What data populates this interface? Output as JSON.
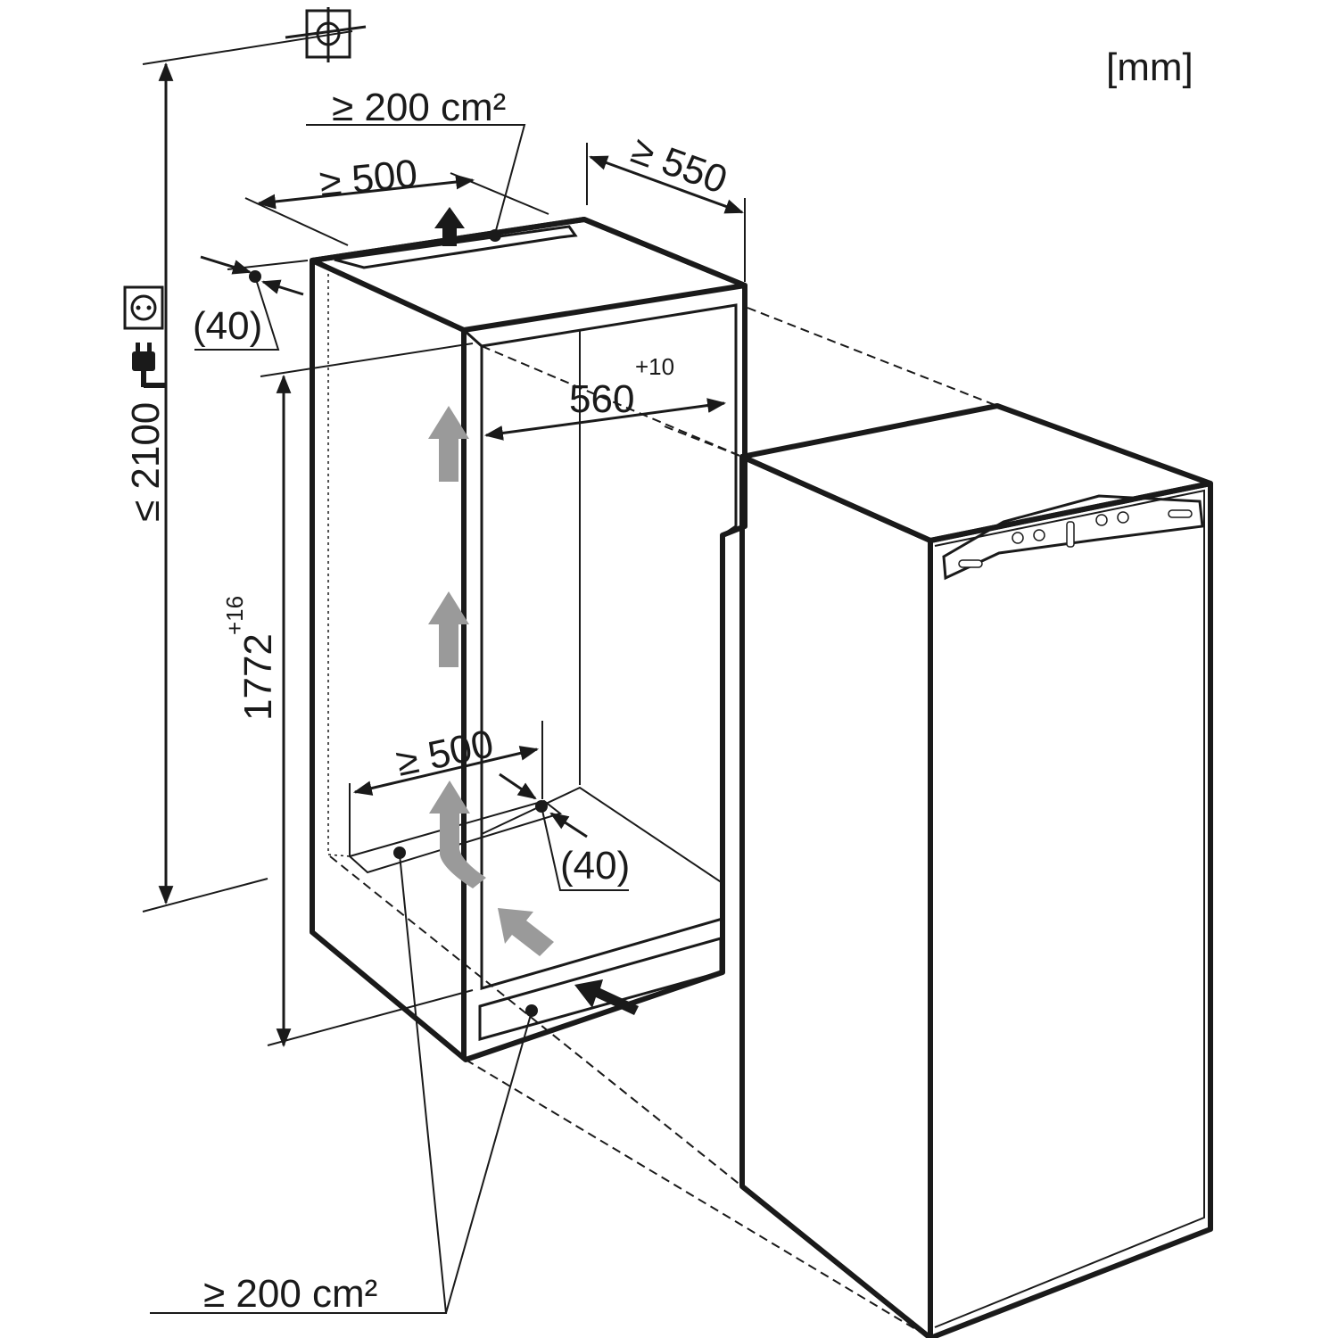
{
  "units_label": "[mm]",
  "dimensions": {
    "top_vent_area": "≥ 200 cm²",
    "top_vent_width": "≥ 500",
    "niche_depth": "≥ 550",
    "top_vent_depth": "(40)",
    "max_height": "≤ 2100",
    "niche_width": "560",
    "niche_width_tolerance": "+10",
    "niche_height": "1772",
    "niche_height_tolerance": "+16",
    "bottom_vent_width": "≥ 500",
    "bottom_vent_depth": "(40)",
    "bottom_vent_area": "≥ 200 cm²"
  },
  "icons": {
    "ceiling_outlet": "ceiling-outlet-icon",
    "wall_socket": "wall-socket-icon",
    "power_plug": "power-plug-icon"
  },
  "colors": {
    "line": "#1a1a1a",
    "cabinet_fill": "#e9e9e9",
    "vent_fill": "#d6d6d6",
    "airflow_arrow": "#9a9a9a",
    "panel_fill": "#c8c8c8"
  }
}
